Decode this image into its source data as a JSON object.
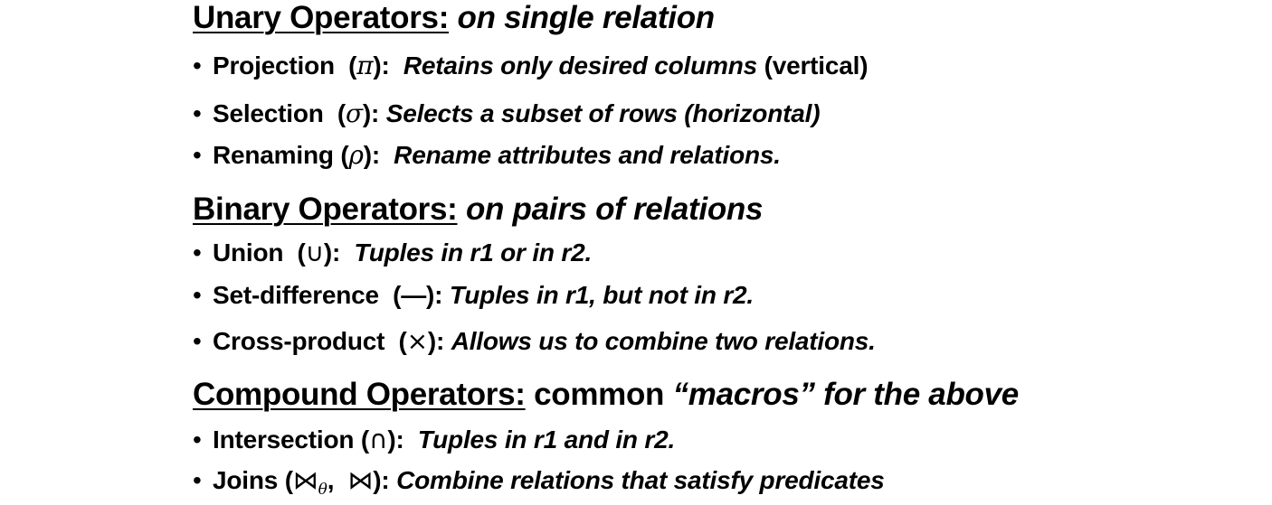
{
  "unary": {
    "title": "Unary Operators:",
    "subtitle": "on single relation",
    "items": [
      {
        "name": "Projection",
        "symbol": "π",
        "description": "Retains only desired columns",
        "extra": "(vertical)"
      },
      {
        "name": "Selection",
        "symbol": "σ",
        "description": "Selects a subset of rows (horizontal)"
      },
      {
        "name": "Renaming",
        "symbol": "ρ",
        "description": "Rename attributes and relations."
      }
    ]
  },
  "binary": {
    "title": "Binary Operators:",
    "subtitle": "on pairs of relations",
    "items": [
      {
        "name": "Union",
        "symbol": "∪",
        "description": "Tuples in r1 or in r2."
      },
      {
        "name": "Set-difference",
        "symbol": "—",
        "description": "Tuples in r1, but not in r2."
      },
      {
        "name": "Cross-product",
        "symbol": "×",
        "description": "Allows us to combine two relations."
      }
    ]
  },
  "compound": {
    "title": "Compound Operators:",
    "subtitle_plain": "common",
    "subtitle_italic": "“macros” for the above",
    "items": [
      {
        "name": "Intersection",
        "symbol": "∩",
        "description": "Tuples in r1 and in r2."
      },
      {
        "name": "Joins",
        "symbol_theta": "⋈",
        "theta": "θ",
        "symbol_natural": "⋈",
        "description": "Combine relations that satisfy predicates"
      }
    ]
  }
}
